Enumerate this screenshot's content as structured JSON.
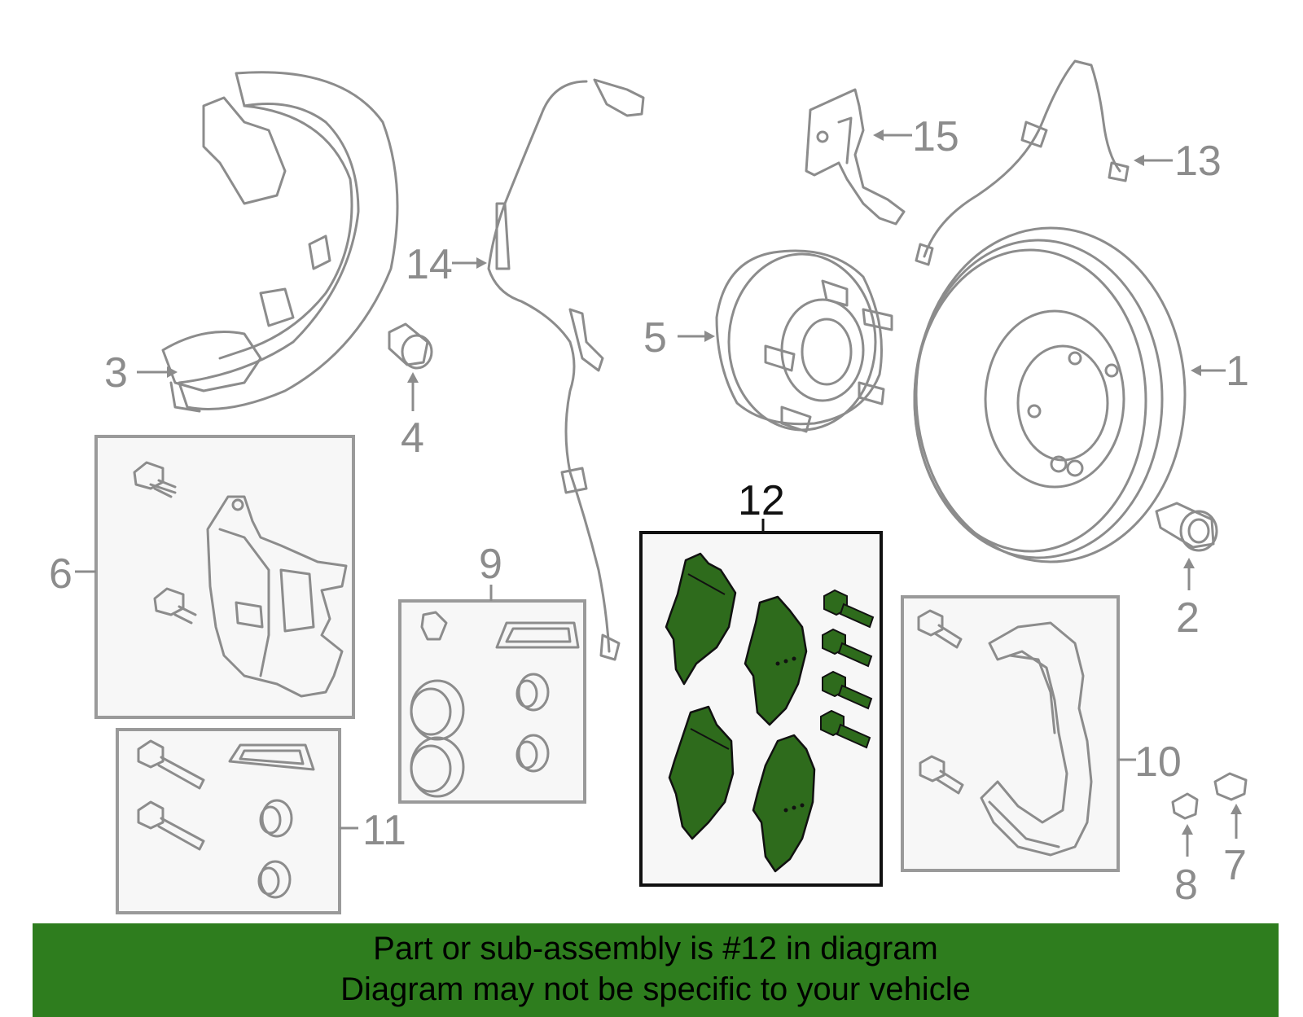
{
  "colors": {
    "highlight": "#2e6b1c",
    "banner": "#2e7d1e",
    "part_outline": "#8c8c8c",
    "box_fill": "#f7f7f7"
  },
  "labels": {
    "p1": "1",
    "p2": "2",
    "p3": "3",
    "p4": "4",
    "p5": "5",
    "p6": "6",
    "p7": "7",
    "p8": "8",
    "p9": "9",
    "p10": "10",
    "p11": "11",
    "p12": "12",
    "p13": "13",
    "p14": "14",
    "p15": "15"
  },
  "banner": {
    "line1": "Part or sub-assembly is #12 in diagram",
    "line2": "Diagram may not be specific to your vehicle"
  }
}
